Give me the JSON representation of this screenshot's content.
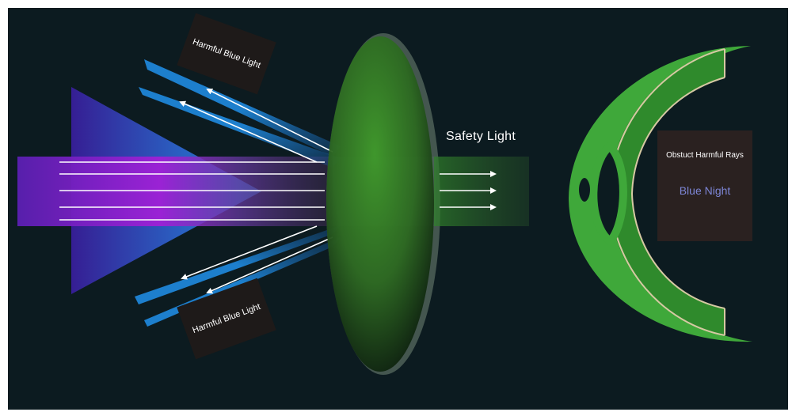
{
  "labels": {
    "harmful_top": "Harmful Blue Light",
    "harmful_bottom": "Harmful Blue Light",
    "safety": "Safety Light",
    "obstruct": "Obstuct Harmful Rays",
    "brand": "Blue Night"
  },
  "colors": {
    "background": "#0c1b20",
    "frame": "#ffffff",
    "beam_purple": "#8a2be2",
    "beam_blue": "#1e7fd0",
    "lens_green": "#2e7d1f",
    "eye_green": "#3fa83a",
    "panel": "#2a2120",
    "brand_text": "#7d86d6"
  }
}
